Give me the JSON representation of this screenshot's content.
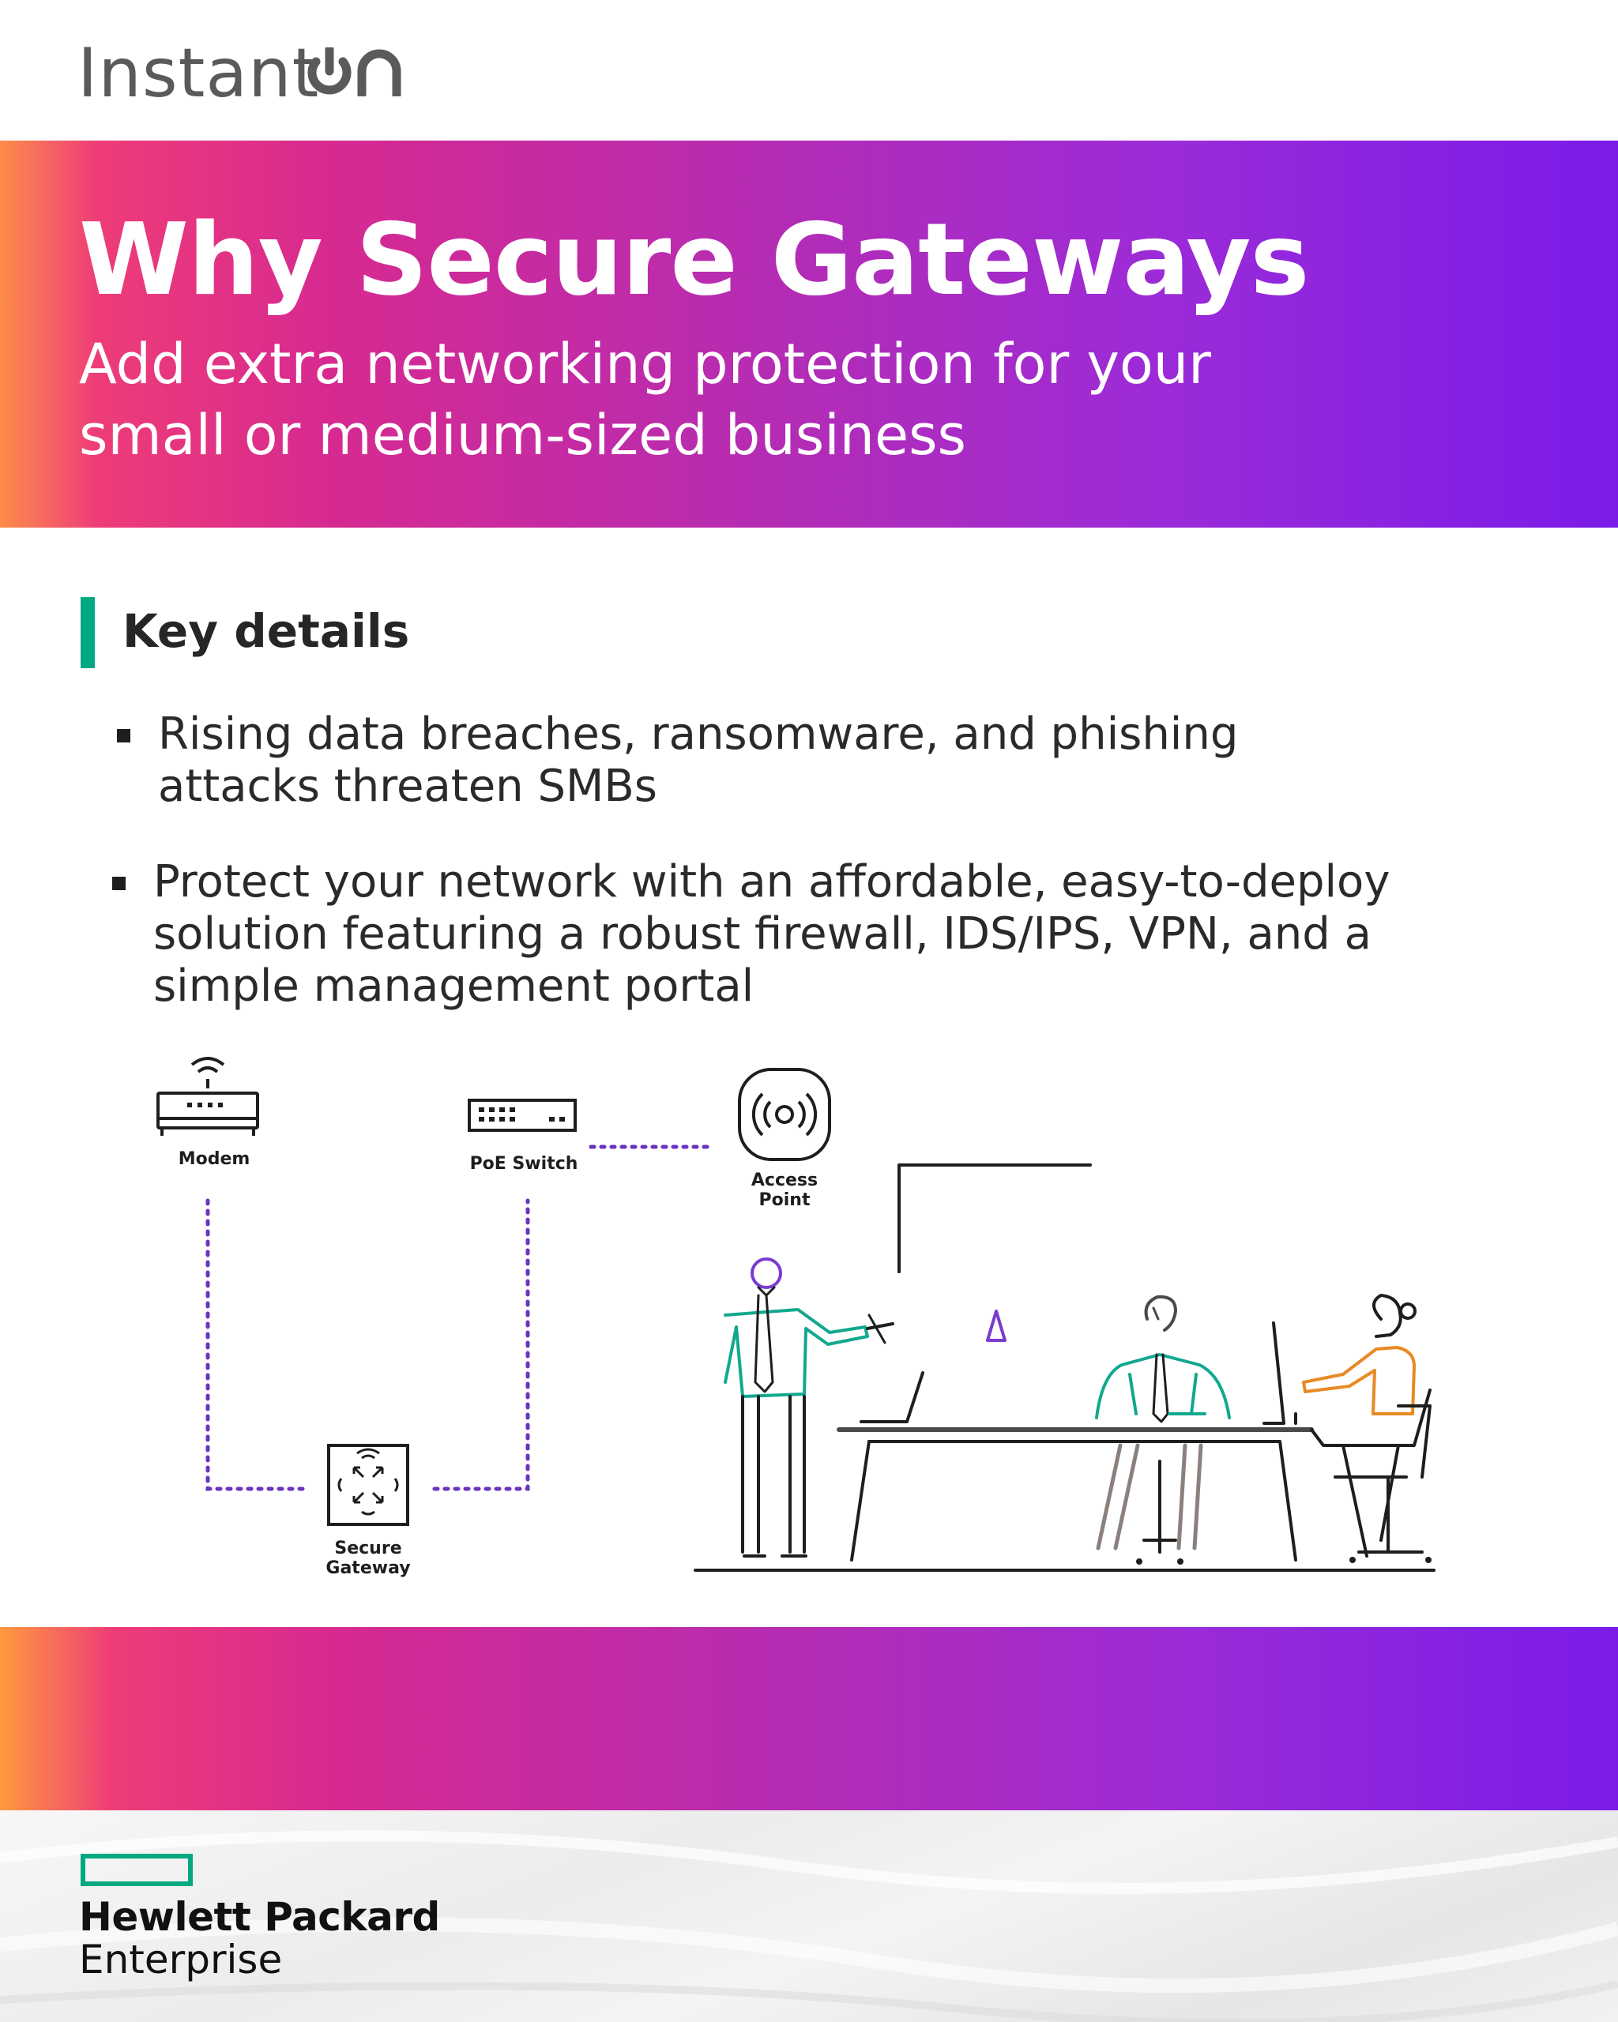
{
  "brand": {
    "product_name": "Instant",
    "product_mark": "on"
  },
  "banner": {
    "title": "Why Secure Gateways",
    "subtitle": "Add extra networking protection for your small or medium-sized business"
  },
  "key_details": {
    "heading": "Key details",
    "bullets": [
      "Rising data breaches, ransomware, and phishing attacks threaten SMBs",
      "Protect your network with an affordable,  easy-to-deploy solution featuring a robust firewall, IDS/IPS, VPN, and a simple management portal"
    ]
  },
  "diagram": {
    "nodes": {
      "modem": "Modem",
      "poe_switch": "PoE Switch",
      "access_point_line1": "Access",
      "access_point_line2": "Point",
      "secure_gateway_line1": "Secure",
      "secure_gateway_line2": "Gateway"
    },
    "icons": [
      "modem-icon",
      "poe-switch-icon",
      "access-point-icon",
      "secure-gateway-icon",
      "office-meeting-illustration"
    ],
    "colors": {
      "link": "#6a33c2",
      "accent_teal": "#12a88e",
      "accent_orange": "#e88a25",
      "accent_purple": "#7a3bd0"
    }
  },
  "footer": {
    "company_line1": "Hewlett Packard",
    "company_line2": "Enterprise",
    "logo_color": "#01a982"
  }
}
